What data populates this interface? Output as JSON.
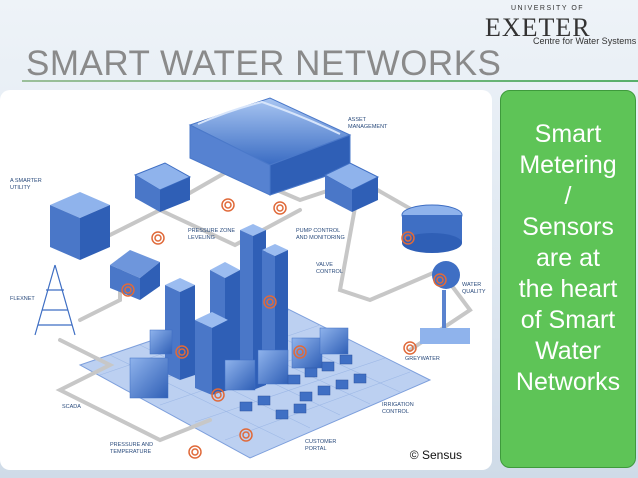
{
  "slide": {
    "title": "SMART WATER NETWORKS",
    "logo": {
      "university": "UNIVERSITY OF",
      "name": "EXETER",
      "centre": "Centre for Water Systems"
    },
    "callout_lines": [
      "Smart",
      "Metering",
      "/",
      "Sensors",
      "are at",
      "the heart",
      "of Smart",
      "Water",
      "Networks"
    ],
    "picture": {
      "labels": {
        "asset_management": [
          "ASSET",
          "MANAGEMENT"
        ],
        "smarter_utility": [
          "A SMARTER",
          "UTILITY"
        ],
        "pressure_zone": [
          "PRESSURE ZONE",
          "LEVELING"
        ],
        "pump_control": [
          "PUMP CONTROL",
          "AND MONITORING"
        ],
        "valve_control": [
          "VALVE",
          "CONTROL"
        ],
        "water_quality": [
          "WATER",
          "QUALITY"
        ],
        "flexnet": "FLEXNET",
        "greywater": "GREYWATER",
        "scada": "SCADA",
        "irrigation": [
          "IRRIGATION",
          "CONTROL"
        ],
        "pressure_temp": [
          "PRESSURE AND",
          "TEMPERATURE"
        ],
        "customer_portal": [
          "CUSTOMER",
          "PORTAL"
        ]
      },
      "copyright": "© Sensus"
    },
    "colors": {
      "accent_green": "#5ec457",
      "title_gray": "#8a8a8a",
      "building_blue": "#3f6fc4"
    }
  }
}
